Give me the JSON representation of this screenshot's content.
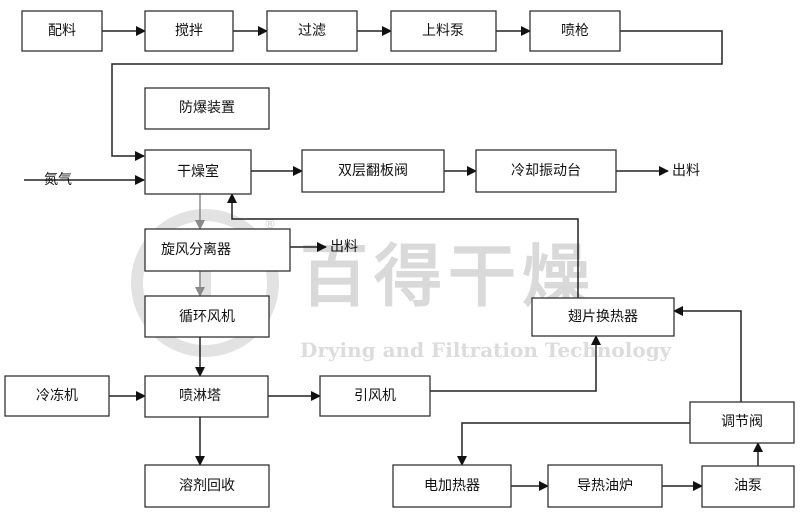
{
  "nodes": {
    "peiliao": "配料",
    "jiaoban": "搅拌",
    "guolv": "过滤",
    "shangliaobeng": "上料泵",
    "penqiang": "喷枪",
    "fangbao": "防爆装置",
    "ganzaoshi": "干燥室",
    "shuangceng": "双层翻板阀",
    "lengque": "冷却振动台",
    "xuanfeng": "旋风分离器",
    "xunhuan": "循环风机",
    "chipian": "翅片换热器",
    "lengdongji": "冷冻机",
    "penlinta": "喷淋塔",
    "yinfengji": "引风机",
    "tiaojiefa": "调节阀",
    "rongji": "溶剂回收",
    "dianjiare": "电加热器",
    "daore": "导热油炉",
    "youbeng": "油泵"
  },
  "labels": {
    "danqi": "氮气",
    "chuliao_right": "出料",
    "chuliao_mid": "出料"
  },
  "watermark": {
    "text": "百得干燥",
    "subtitle": "Drying and Filtration Technology",
    "registered": "®"
  }
}
